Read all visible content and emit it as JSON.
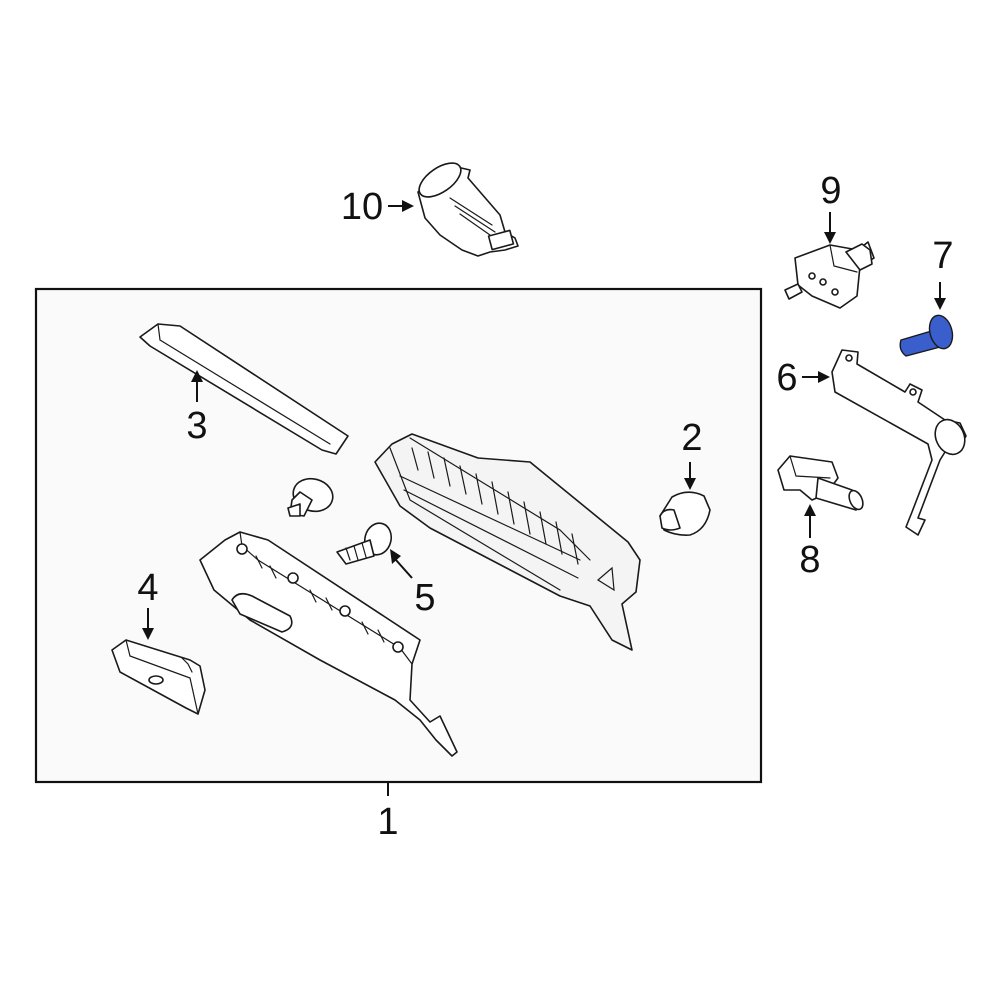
{
  "highlight_color": "#3a5fcd",
  "callouts": {
    "c1": "1",
    "c2": "2",
    "c3": "3",
    "c4": "4",
    "c5": "5",
    "c6": "6",
    "c7": "7",
    "c8": "8",
    "c9": "9",
    "c10": "10"
  },
  "highlighted_part": "7"
}
